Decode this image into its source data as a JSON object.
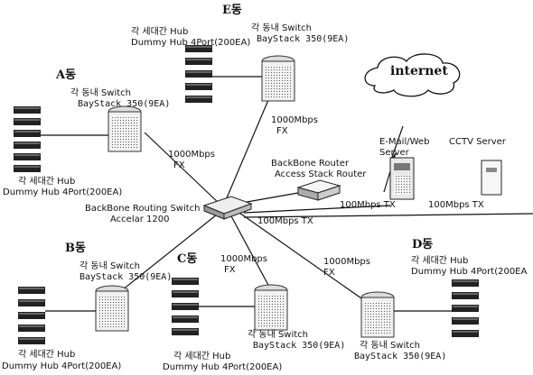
{
  "e": {
    "title": "E동",
    "hub_label": "각 세대간 Hub",
    "hub_model": "Dummy Hub 4Port(200EA)",
    "switch_label": "각 동내 Switch",
    "switch_model": "BayStack 350(9EA)",
    "link_speed": "1000Mbps",
    "link_type": "FX"
  },
  "a": {
    "title": "A동",
    "switch_label": "각 동내 Switch",
    "switch_model": "BayStack 350(9EA)",
    "link_speed": "1000Mbps",
    "link_type": "FX",
    "hub_label": "각 세대간 Hub",
    "hub_model": "Dummy Hub 4Port(200EA)"
  },
  "internet": "internet",
  "router": {
    "line1": "BackBone Router",
    "line2": "Access Stack Router"
  },
  "mail_server": {
    "line1": "E-Mail/Web",
    "line2": "Server"
  },
  "cctv_server": "CCTV Server",
  "links": {
    "mail": "100Mbps TX",
    "cctv": "100Mbps TX",
    "backbone_tx": "100Mbps TX"
  },
  "backbone": {
    "line1": "BackBone Routing Switch",
    "line2": "Accelar 1200"
  },
  "b": {
    "title": "B동",
    "switch_label": "각 동내 Switch",
    "switch_model": "BayStack 350(9EA)",
    "hub_label": "각 세대간 Hub",
    "hub_model": "Dummy Hub 4Port(200EA)"
  },
  "c": {
    "title": "C동",
    "link_speed": "1000Mbps",
    "link_type": "FX",
    "switch_label": "각 동내 Switch",
    "switch_model": "BayStack 350(9EA)",
    "hub_label": "각 세대간 Hub",
    "hub_model": "Dummy Hub 4Port(200EA)"
  },
  "d": {
    "title": "D동",
    "link_speed": "1000Mbps",
    "link_type": "FX",
    "hub_label": "각 세대간 Hub",
    "hub_model": "Dummy Hub 4Port(200EA",
    "switch_label": "각 동내 Switch",
    "switch_model": "BayStack 350(9EA)"
  }
}
